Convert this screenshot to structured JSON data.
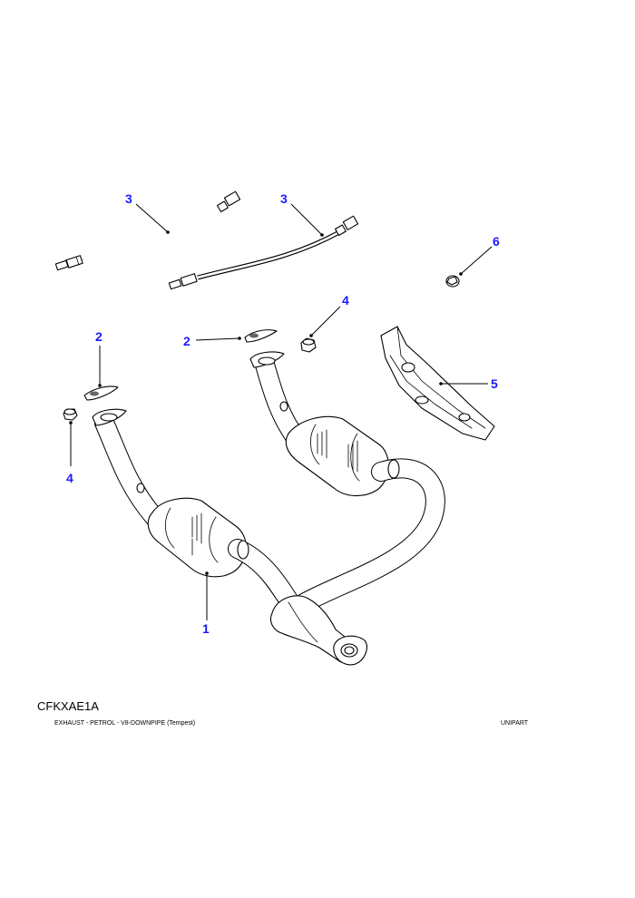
{
  "diagram": {
    "callouts": [
      "1",
      "2",
      "2",
      "3",
      "3",
      "4",
      "4",
      "5",
      "6"
    ],
    "callout_color": "#1a1aff"
  },
  "footer": {
    "code": "CFKXAE1A",
    "caption": "EXHAUST - PETROL - V8-DOWNPIPE (Tempest)",
    "brand": "UNIPART"
  }
}
